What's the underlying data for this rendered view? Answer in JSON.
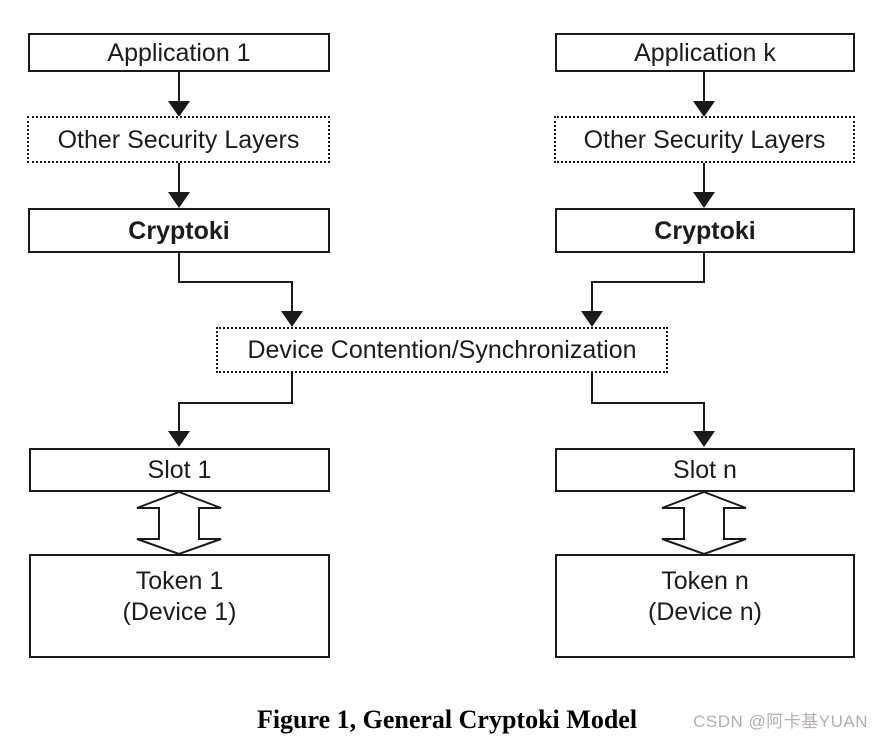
{
  "figure": {
    "caption": "Figure 1, General Cryptoki Model",
    "watermark": "CSDN @阿卡基YUAN"
  },
  "colors": {
    "line": "#1a1a1a",
    "box_background": "#ffffff",
    "page_background": "#ffffff",
    "label_text": "#1c1c1c",
    "caption_text": "#000000",
    "watermark_text": "#b5b0ad"
  },
  "diagram": {
    "title": "General Cryptoki Model",
    "nodes": {
      "app1": {
        "label": "Application 1",
        "border": "solid"
      },
      "osl1": {
        "label": "Other Security Layers",
        "border": "dotted"
      },
      "cryptoki1": {
        "label": "Cryptoki",
        "border": "solid",
        "emphasis": "bold"
      },
      "appk": {
        "label": "Application k",
        "border": "solid"
      },
      "oslk": {
        "label": "Other Security Layers",
        "border": "dotted"
      },
      "cryptokik": {
        "label": "Cryptoki",
        "border": "solid",
        "emphasis": "bold"
      },
      "device": {
        "label": "Device Contention/Synchronization",
        "border": "dotted"
      },
      "slot1": {
        "label": "Slot 1",
        "border": "solid"
      },
      "slotn": {
        "label": "Slot n",
        "border": "solid"
      },
      "token1": {
        "line1": "Token 1",
        "line2": "(Device 1)",
        "border": "solid"
      },
      "tokenn": {
        "line1": "Token n",
        "line2": "(Device n)",
        "border": "solid"
      }
    },
    "edges": [
      {
        "from": "Application 1",
        "to": "Other Security Layers (left)",
        "type": "single-arrow"
      },
      {
        "from": "Other Security Layers (left)",
        "to": "Cryptoki (left)",
        "type": "single-arrow"
      },
      {
        "from": "Application k",
        "to": "Other Security Layers (right)",
        "type": "single-arrow"
      },
      {
        "from": "Other Security Layers (right)",
        "to": "Cryptoki (right)",
        "type": "single-arrow"
      },
      {
        "from": "Cryptoki (left)",
        "to": "Device Contention/Synchronization",
        "type": "single-arrow"
      },
      {
        "from": "Cryptoki (right)",
        "to": "Device Contention/Synchronization",
        "type": "single-arrow"
      },
      {
        "from": "Device Contention/Synchronization",
        "to": "Slot 1",
        "type": "single-arrow"
      },
      {
        "from": "Device Contention/Synchronization",
        "to": "Slot n",
        "type": "single-arrow"
      },
      {
        "from": "Slot 1",
        "to": "Token 1 (Device 1)",
        "type": "double-arrow"
      },
      {
        "from": "Slot n",
        "to": "Token n (Device n)",
        "type": "double-arrow"
      }
    ]
  }
}
